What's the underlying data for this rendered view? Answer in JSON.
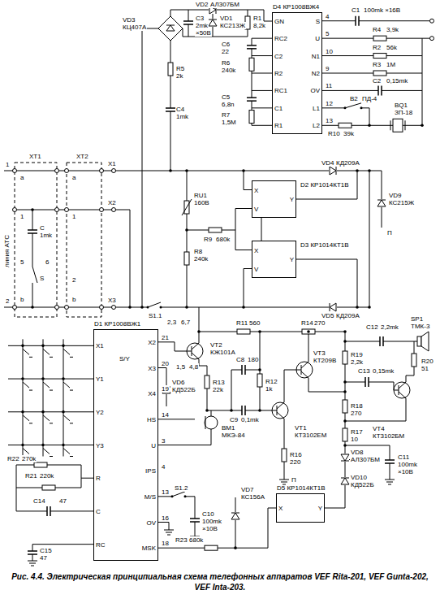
{
  "diagram": {
    "caption": "Рис. 4.4. Электрическая принципиальная схема телефонных аппаратов VEF Rita-201, VEF Gunta-202, VEF Inta-203.",
    "nodes": [
      {
        "text": [
          "D4 КР1008ВЖ4",
          "GN",
          "RC2",
          "C2",
          "R2",
          "RC1",
          "C1",
          "R1",
          "S",
          "U",
          "N1",
          "N2",
          "OV",
          "L1",
          "L2"
        ]
      },
      {
        "text": [
          "D2 КР1014КТ1В",
          "X",
          "V",
          "Y"
        ]
      },
      {
        "text": [
          "D3 КР1014КТ1В",
          "X",
          "V",
          "Y"
        ]
      },
      {
        "text": [
          "D1 КР1008ВЖ1",
          "X1",
          "Y1",
          "Y2",
          "Y3",
          "R",
          "C",
          "RC",
          "X2",
          "X3",
          "X4",
          "HS",
          "U",
          "IPS",
          "M/S",
          "OV",
          "MSK"
        ]
      },
      {
        "text": [
          "D5 КР1014КТ1В",
          "X",
          "Y"
        ]
      }
    ],
    "edges": [
      {
        "from": 1,
        "to": 2,
        "arrow": "none"
      }
    ],
    "labels": [
      "VD3",
      "КЦ407А",
      "VD2",
      "АЛ307БМ",
      "C3",
      "2mk",
      "×50В",
      "VD1",
      "КС213Ж",
      "R1",
      "8,2k",
      "R5",
      "2k",
      "C4",
      "1mk",
      "C6",
      "22",
      "R6",
      "240k",
      "C5",
      "6,8n",
      "R7",
      "1,5M",
      "C1",
      "100mk ×16В",
      "R4",
      "3,9k",
      "R2",
      "56k",
      "R3",
      "1M",
      "C2",
      "0,15mk",
      "B2",
      "ПД-4",
      "R10",
      "39k",
      "BQ1",
      "ЗП-18",
      "4",
      "5",
      "10",
      "9",
      "11",
      "12",
      "13",
      "XT1",
      "XT2",
      "1",
      "2",
      "a",
      "1",
      "5",
      "6",
      "b",
      "a",
      "1",
      "2",
      "b",
      "линия АТС",
      "C",
      "1mk",
      "S",
      "X1",
      "X2",
      "X3",
      "RU1",
      "160В",
      "R8",
      "240k",
      "S1.1",
      "R9",
      "680k",
      "VD4",
      "КД209А",
      "VD5",
      "КД209А",
      "VD9",
      "КС215Ж",
      "П",
      "S/Y",
      "21",
      "20",
      "19",
      "14",
      "3",
      "4",
      "13",
      "16",
      "18",
      "R22",
      "270k",
      "R21",
      "220k",
      "C14",
      "47",
      "C15",
      "47",
      "VT2",
      "КЖ101А",
      "2,3",
      "6,7",
      "1,5",
      "4,8",
      "R11",
      "560",
      "R14",
      "270",
      "R13",
      "22k",
      "VD6",
      "КД522Б",
      "C8",
      "180",
      "R12",
      "1k",
      "C9",
      "0,1mk",
      "BM1",
      "МКЭ-84",
      "VT1",
      "КТ3102ЕМ",
      "VT3",
      "КТ209В",
      "R19",
      "2,2k",
      "C12",
      "2,2mk",
      "SP1",
      "ТМК-3",
      "C13",
      "0,15mk",
      "R20",
      "51",
      "VT4",
      "КТ3102БМ",
      "R18",
      "270",
      "R17",
      "10",
      "R16",
      "220",
      "VD8",
      "АЛ307БМ",
      "C11",
      "100mk",
      "×10В",
      "VD10",
      "КД522Б",
      "П",
      "S1.2",
      "C10",
      "100mk",
      "×10В",
      "VD7",
      "КС156А",
      "R23",
      "680k"
    ]
  }
}
